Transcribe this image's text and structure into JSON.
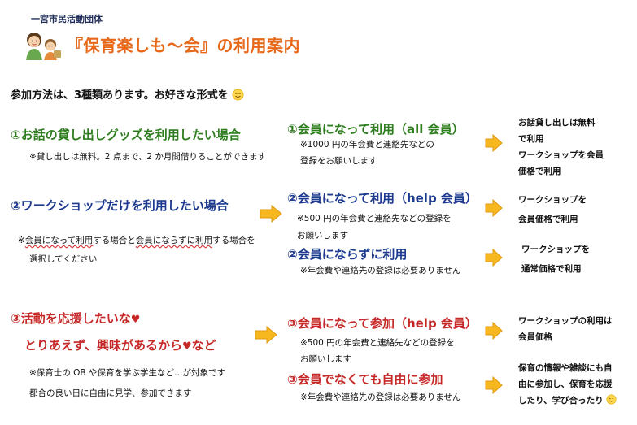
{
  "header": {
    "org": "一宮市民活動団体",
    "title": "『保育楽しも〜会』の利用案内"
  },
  "intro": "参加方法は、3種類あります。お好きな形式を",
  "left": {
    "opt1_title": "①お話の貸し出しグッズを利用したい場合",
    "opt1_note": "※貸し出しは無料。2 点まで、2 か月間借りることができます",
    "opt2_title": "②ワークショップだけを利用したい場合",
    "opt2_note_a": "※",
    "opt2_note_b": "会員になって利用",
    "opt2_note_c": "する場合と",
    "opt2_note_d": "会員にならずに利用",
    "opt2_note_e": "する場合を",
    "opt2_note_2": "選択してください",
    "opt3_title_1": "③活動を応援したいな",
    "opt3_title_2a": "とりあえず、興味があるから",
    "opt3_title_2b": "など",
    "opt3_note_1": "※保育士の OB や保育を学ぶ学生など…が対象です",
    "opt3_note_2": "都合の良い日に自由に見学、参加できます"
  },
  "middle": {
    "m1_title": "①会員になって利用（all 会員）",
    "m1_note_1": "※1000 円の年会費と連絡先などの",
    "m1_note_2": "登録をお願いします",
    "m2_title": "②会員になって利用（help 会員）",
    "m2_note_1": "※500 円の年会費と連絡先などの登録を",
    "m2_note_2": "お願いします",
    "m3_title": "②会員にならずに利用",
    "m3_note": "※年会費や連絡先の登録は必要ありません",
    "m4_title": "③会員になって参加（help 会員）",
    "m4_note_1": "※500 円の年会費と連絡先などの登録を",
    "m4_note_2": "お願いします",
    "m5_title": "③会員でなくても自由に参加",
    "m5_note": "※年会費や連絡先の登録は必要ありません"
  },
  "right": {
    "r1": [
      "お話貸し出しは無料",
      "で利用",
      "ワークショップを会員",
      "価格で利用"
    ],
    "r2": [
      "ワークショップを",
      "会員価格で利用"
    ],
    "r3": [
      "ワークショップを",
      "通常価格で利用"
    ],
    "r4": [
      "ワークショップの利用は",
      "会員価格"
    ],
    "r5": [
      "保育の情報や雑談にも自",
      "由に参加し、保育を応援",
      "したり、学び合ったり"
    ]
  },
  "colors": {
    "title": "#e8681a",
    "green": "#2e7d1f",
    "blue": "#1d3a8f",
    "red": "#c62828",
    "arrow_fill": "#f6b81e",
    "arrow_stroke": "#e09a10"
  },
  "icons": [
    "family-illustration",
    "smiley-icon",
    "heart-icon",
    "right-arrow-icon"
  ]
}
